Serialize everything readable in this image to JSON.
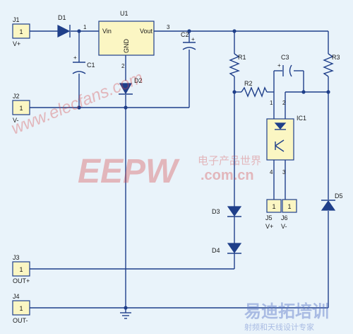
{
  "connectors": {
    "j1": {
      "ref": "J1",
      "pin": "1",
      "net": "V+"
    },
    "j2": {
      "ref": "J2",
      "pin": "1",
      "net": "V-"
    },
    "j3": {
      "ref": "J3",
      "pin": "1",
      "net": "OUT+"
    },
    "j4": {
      "ref": "J4",
      "pin": "1",
      "net": "OUT-"
    },
    "j5": {
      "ref": "J5",
      "pin": "1",
      "net": "V+"
    },
    "j6": {
      "ref": "J6",
      "pin": "1",
      "net": "V-"
    }
  },
  "regulator": {
    "ref": "U1",
    "vin": "Vin",
    "vout": "Vout",
    "gnd": "GND",
    "pin_in": "1",
    "pin_gnd": "2",
    "pin_out": "3"
  },
  "parts": {
    "d1": "D1",
    "d2": "D2",
    "d3": "D3",
    "d4": "D4",
    "d5": "D5",
    "c1": "C1",
    "c2": "C2",
    "c3": "C3",
    "r1": "R1",
    "r2": "R2",
    "r3": "R3",
    "ic1": "IC1"
  },
  "ic1_pins": {
    "p1": "1",
    "p2": "2",
    "p3": "3",
    "p4": "4"
  },
  "watermarks": {
    "elecfans": "www.elecfans.com",
    "eepw": "EEPW",
    "eepw_cn": "电子产品世界",
    "eepw_domain": ".com.cn",
    "brand": "易迪拓培训",
    "brand_sub": "射频和天线设计专家"
  },
  "colors": {
    "wire": "#1f3f8a",
    "component_fill": "#fbf6c3",
    "background": "#e9f3fa"
  }
}
